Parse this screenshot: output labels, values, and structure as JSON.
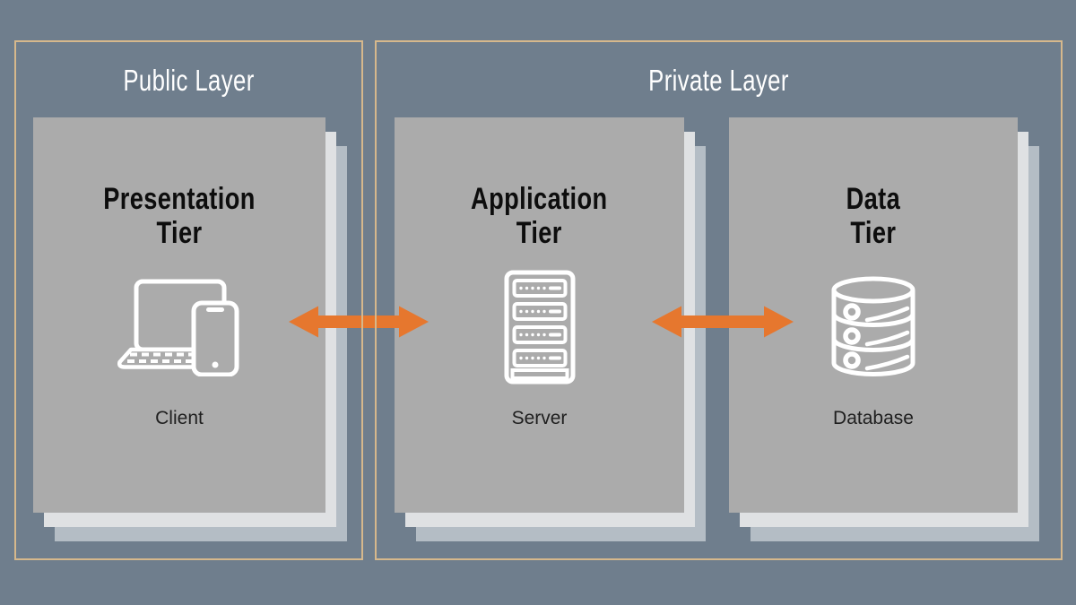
{
  "colors": {
    "background": "#6f7e8d",
    "box_border": "#d6b88c",
    "card_front": "#ababab",
    "card_layer_mid": "#dfe1e3",
    "card_layer_back": "#b4bdc5",
    "arrow": "#e6772e",
    "layer_title": "#ffffff",
    "tier_heading": "#0d0d0d",
    "icon": "#ffffff",
    "caption": "#1f1f1f"
  },
  "layers": [
    {
      "title": "Public Layer",
      "cards": [
        {
          "heading": "Presentation\nTier",
          "caption": "Client",
          "icon": "laptop-and-phone-icon"
        }
      ]
    },
    {
      "title": "Private Layer",
      "cards": [
        {
          "heading": "Application\nTier",
          "caption": "Server",
          "icon": "server-rack-icon"
        },
        {
          "heading": "Data\nTier",
          "caption": "Database",
          "icon": "database-cylinder-icon"
        }
      ]
    }
  ],
  "arrows": [
    {
      "name": "presentation-application-arrow",
      "type": "bidirectional"
    },
    {
      "name": "application-data-arrow",
      "type": "bidirectional"
    }
  ]
}
